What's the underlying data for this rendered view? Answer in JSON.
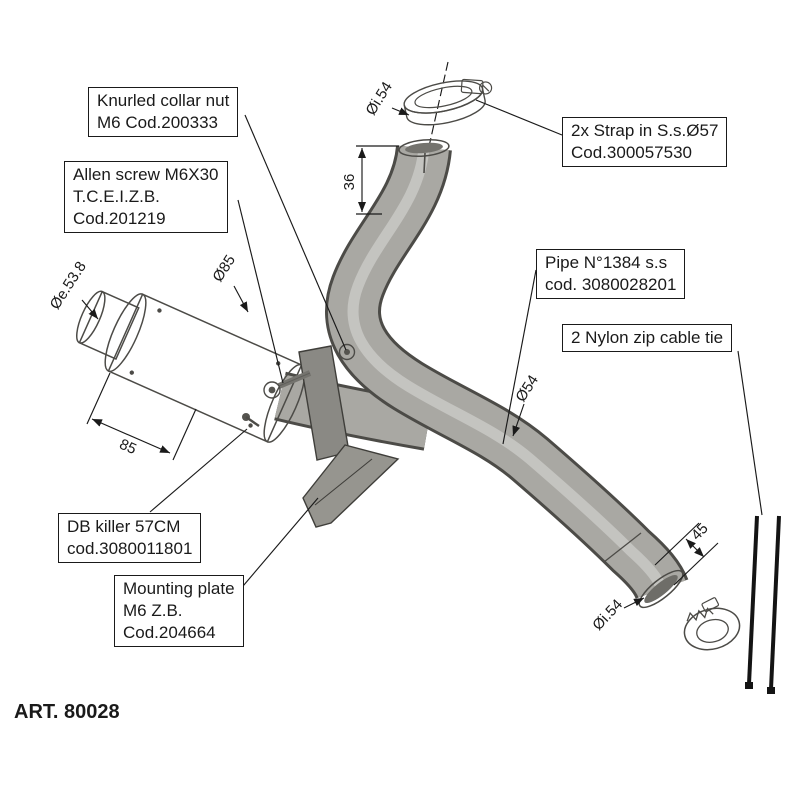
{
  "drawing": {
    "art_number": "ART. 80028"
  },
  "callouts": {
    "knurled_nut": {
      "lines": [
        "Knurled collar nut",
        "M6 Cod.200333"
      ]
    },
    "allen_screw": {
      "lines": [
        "Allen screw M6X30",
        "T.C.E.I.Z.B.",
        "Cod.201219"
      ]
    },
    "strap": {
      "lines": [
        "2x Strap in S.s.Ø57",
        "Cod.300057530"
      ]
    },
    "pipe": {
      "lines": [
        "Pipe N°1384 s.s",
        "cod. 3080028201"
      ]
    },
    "zip_tie": {
      "lines": [
        "2 Nylon zip cable tie"
      ]
    },
    "db_killer": {
      "lines": [
        "DB killer 57CM",
        "cod.3080011801"
      ]
    },
    "mounting_plate": {
      "lines": [
        "Mounting plate",
        "M6 Z.B.",
        "Cod.204664"
      ]
    }
  },
  "dimensions": {
    "top_inner_dia": "Øi.54",
    "top_length": "36",
    "muffler_end_dia": "Øe.53.8",
    "muffler_body_dia": "Ø85",
    "muffler_length": "85",
    "pipe_dia": "Ø54",
    "end_length": "45",
    "outlet_inner_dia": "Øi.54"
  },
  "colors": {
    "line": "#1a1a1a",
    "metal_light": "#b5b4af",
    "metal_mid": "#a9a8a3",
    "metal_dark": "#4c4b47",
    "background": "#ffffff"
  }
}
